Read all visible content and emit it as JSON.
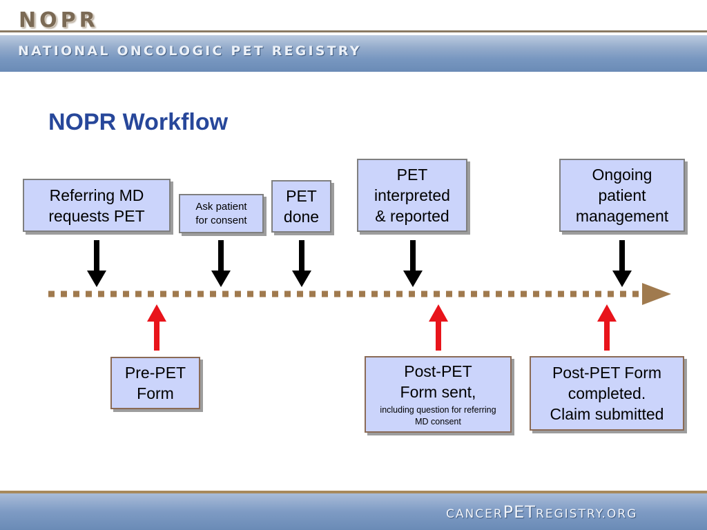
{
  "header": {
    "logo": "NOPR",
    "banner": "NATIONAL ONCOLOGIC PET REGISTRY"
  },
  "title": "NOPR Workflow",
  "top_steps": [
    {
      "label": "Referring MD\nrequests PET"
    },
    {
      "label": "Ask patient\n for consent"
    },
    {
      "label": "PET\ndone"
    },
    {
      "label": "PET\ninterpreted\n& reported"
    },
    {
      "label": "Ongoing\npatient\nmanagement"
    }
  ],
  "bottom_forms": [
    {
      "label": "Pre-PET\n Form"
    },
    {
      "label": "Post-PET\n Form sent,",
      "note": "including question for referring\nMD consent"
    },
    {
      "label": "Post-PET Form\ncompleted.\nClaim submitted"
    }
  ],
  "footer": {
    "pre": "CANCER",
    "mid": "PET",
    "post": "REGISTRY.ORG"
  },
  "colors": {
    "title": "#27479a",
    "box_fill": "#cbd4fb",
    "timeline": "#a07a4e",
    "down_arrow": "#000000",
    "up_arrow": "#e8141b"
  }
}
